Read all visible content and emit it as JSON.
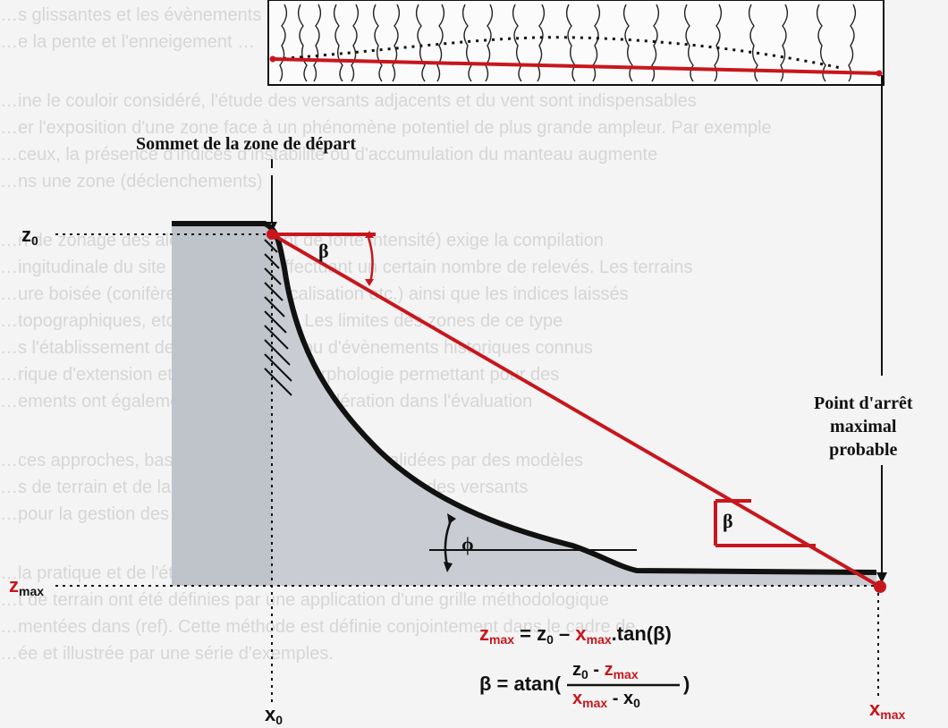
{
  "labels": {
    "top_start": "Sommet de la zone de départ",
    "stop_line1": "Point d'arrêt",
    "stop_line2": "maximal",
    "stop_line3": "probable",
    "z0": "z",
    "z0_sub": "0",
    "zmax": "z",
    "zmax_sub": "max",
    "x0": "x",
    "x0_sub": "0",
    "xmax": "x",
    "xmax_sub": "max",
    "beta_top": "β",
    "beta_bottom": "β",
    "phi": "ϕ"
  },
  "equations": {
    "eq1_lhs": "z",
    "eq1_lhs_sub": "max",
    "eq1_mid": " = z",
    "eq1_mid_sub": "0",
    "eq1_minus": " – ",
    "eq1_x": "x",
    "eq1_x_sub": "max",
    "eq1_tail": ".tan(β)",
    "eq2_lhs": "β =  atan(",
    "eq2_num_a": "z",
    "eq2_num_a_sub": "0",
    "eq2_num_minus": " - ",
    "eq2_num_b": "z",
    "eq2_num_b_sub": "max",
    "eq2_den_a": "x",
    "eq2_den_a_sub": "max",
    "eq2_den_minus": " - ",
    "eq2_den_b": "x",
    "eq2_den_b_sub": "0",
    "eq2_close": ")"
  },
  "colors": {
    "red": "#c8161d",
    "slope_fill": "#c9ccd2",
    "black": "#111111"
  }
}
